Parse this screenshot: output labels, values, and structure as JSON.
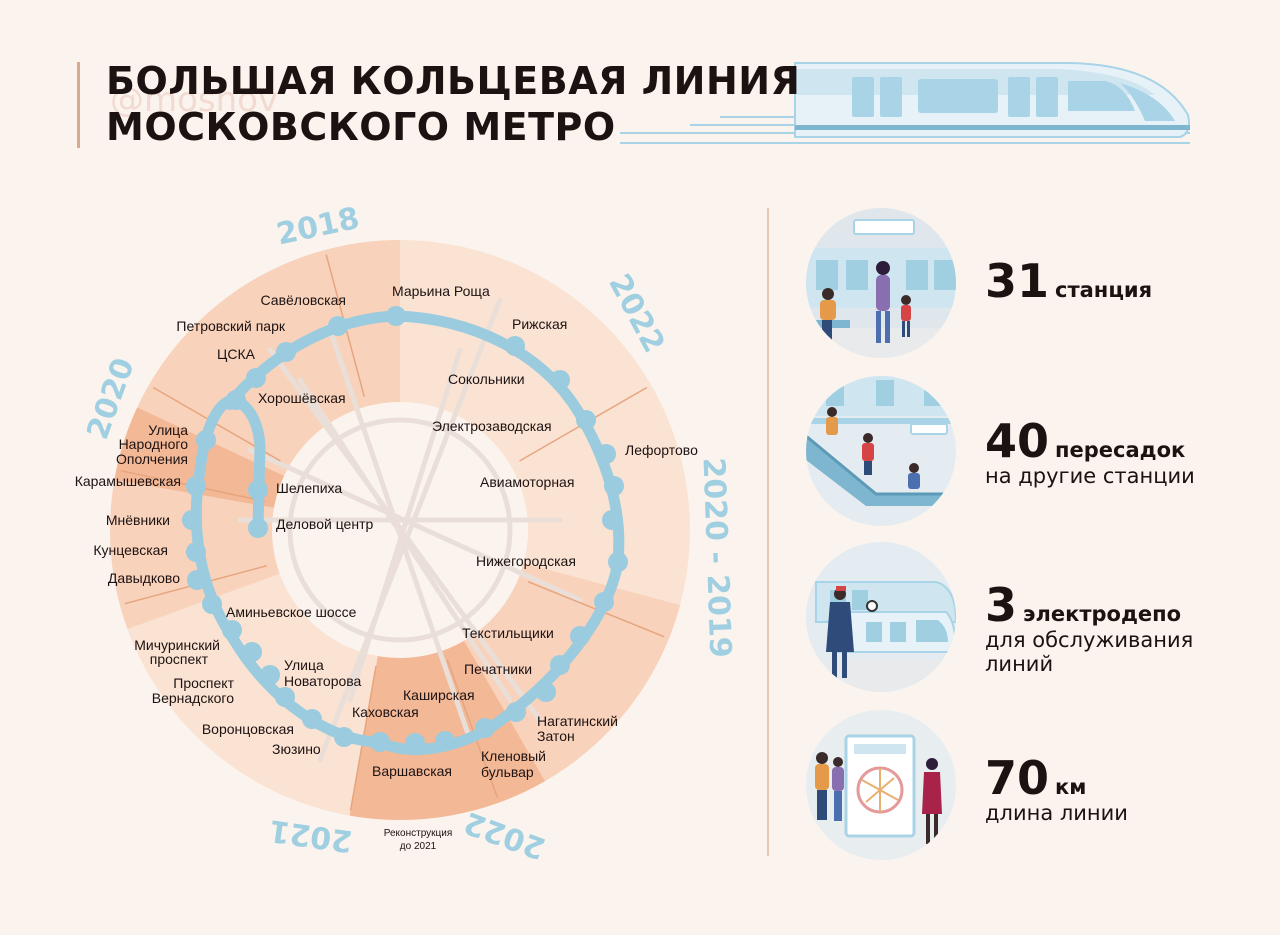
{
  "header": {
    "watermark": "@moshov",
    "title_line1": "БОЛЬШАЯ КОЛЬЦЕВАЯ ЛИНИЯ",
    "title_line2": "МОСКОВСКОГО МЕТРО"
  },
  "colors": {
    "background": "#fbf4ee",
    "line": "#9bcbdf",
    "sector_light": "#fbe3d3",
    "sector_mid": "#f8d2bb",
    "sector_dark": "#f3b896",
    "year_text": "#9fcfe1"
  },
  "years": [
    "2018",
    "2022",
    "2020 - 2019",
    "2022",
    "2021",
    "2020"
  ],
  "reconstruction_note": {
    "line1": "Реконструкция",
    "line2": "до 2021"
  },
  "stations": [
    "Марьина Роща",
    "Рижская",
    "Сокольники",
    "Электрозаводская",
    "Лефортово",
    "Авиамоторная",
    "Нижегородская",
    "Текстильщики",
    "Печатники",
    "Каширская",
    "Нагатинский",
    "Затон",
    "Кленовый",
    "бульвар",
    "Варшавская",
    "Каховская",
    "Улица",
    "Новаторова",
    "Зюзино",
    "Воронцовская",
    "Проспект",
    "Вернадского",
    "Мичуринский",
    "проспект",
    "Аминьевское шоссе",
    "Давыдково",
    "Кунцевская",
    "Мнёвники",
    "Карамышевская",
    "Улица",
    "Народного",
    "Ополчения",
    "Шелепиха",
    "Деловой центр",
    "Хорошёвская",
    "ЦСКА",
    "Петровский парк",
    "Савёловская"
  ],
  "stats": [
    {
      "icon": "platform-icon",
      "number": "31",
      "unit": "станция",
      "desc1": "",
      "desc2": ""
    },
    {
      "icon": "escalator-icon",
      "number": "40",
      "unit": "пересадок",
      "desc1": "на другие станции",
      "desc2": ""
    },
    {
      "icon": "depot-icon",
      "number": "3",
      "unit": "электродепо",
      "desc1": "для обслуживания",
      "desc2": "линий"
    },
    {
      "icon": "map-stand-icon",
      "number": "70",
      "unit": "км",
      "desc1": "длина линии",
      "desc2": ""
    }
  ]
}
